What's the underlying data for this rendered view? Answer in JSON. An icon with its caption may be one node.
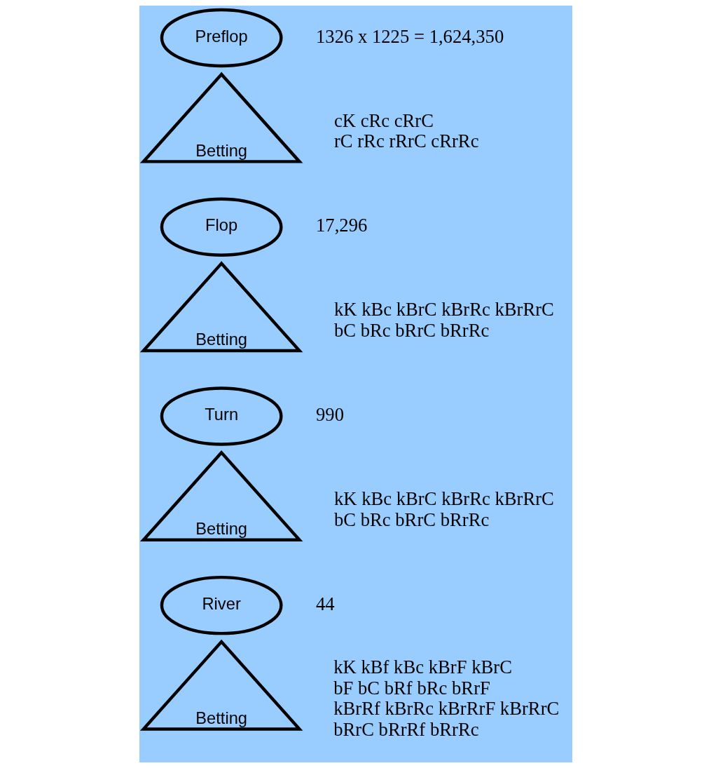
{
  "diagram": {
    "nodes": [
      {
        "text": [
          "Preflop"
        ],
        "beside": [
          "1326 x 1225 = 1,624,350"
        ]
      },
      {
        "text": [
          "Betting"
        ],
        "beside": [
          "cK cRc cRrC",
          "rC rRc rRrC cRrRc"
        ]
      },
      {
        "text": [
          "Flop"
        ],
        "beside": [
          "17,296"
        ]
      },
      {
        "text": [
          "Betting"
        ],
        "beside": [
          "kK kBc kBrC kBrRc kBrRrC",
          "bC bRc bRrC bRrRc"
        ]
      },
      {
        "text": [
          "Turn"
        ],
        "beside": [
          "990"
        ]
      },
      {
        "text": [
          "Betting"
        ],
        "beside": [
          "kK kBc kBrC kBrRc kBrRrC",
          "bC bRc bRrC bRrRc"
        ]
      },
      {
        "text": [
          "River"
        ],
        "beside": [
          "44"
        ]
      },
      {
        "text": [
          "Betting"
        ],
        "beside": [
          "kK kBf kBc kBrF kBrC",
          "bF bC bRf bRc bRrF",
          "kBrRf kBrRc kBrRrF kBrRrC",
          "bRrC bRrRf bRrRc"
        ]
      }
    ]
  }
}
